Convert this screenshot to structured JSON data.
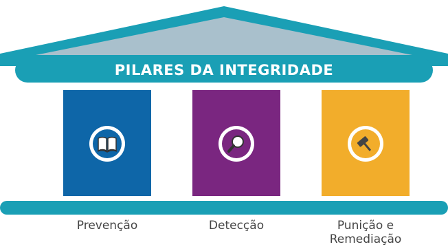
{
  "title": "PILARES DA INTEGRIDADE",
  "colors": {
    "teal": "#1a9fb5",
    "roof_fill": "#a9c0cc",
    "prevencao": "#0e66a8",
    "deteccao": "#7a2680",
    "punicao": "#f2ad2b"
  },
  "pillars": [
    {
      "label": "Prevenção",
      "icon": "book-icon"
    },
    {
      "label": "Detecção",
      "icon": "magnifier-icon"
    },
    {
      "label": "Punição e\nRemediação",
      "icon": "gavel-icon"
    }
  ]
}
